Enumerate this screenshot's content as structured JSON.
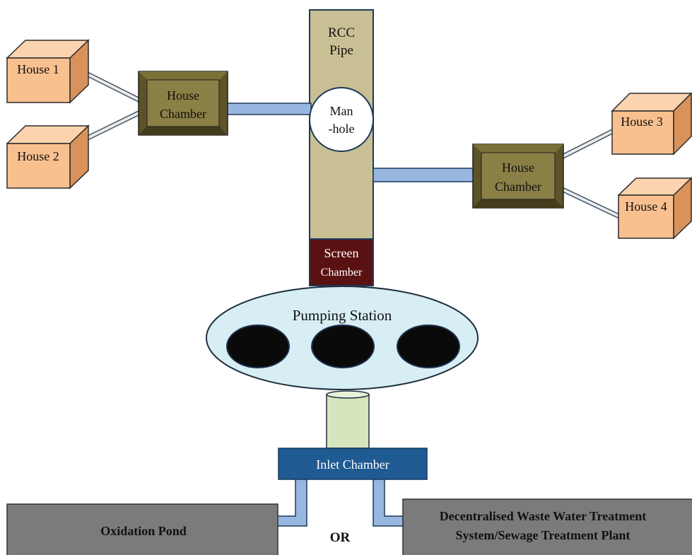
{
  "labels": {
    "rcc_pipe_line1": "RCC",
    "rcc_pipe_line2": "Pipe",
    "manhole_line1": "Man",
    "manhole_line2": "-hole",
    "house_1": "House 1",
    "house_2": "House 2",
    "house_3": "House 3",
    "house_4": "House 4",
    "left_chamber_line1": "House",
    "left_chamber_line2": "Chamber",
    "right_chamber_line1": "House",
    "right_chamber_line2": "Chamber",
    "screen_chamber_line1": "Screen",
    "screen_chamber_line2": "Chamber",
    "pumping_station": "Pumping Station",
    "inlet_chamber": "Inlet Chamber",
    "oxidation_pond": "Oxidation Pond",
    "or_text": "OR",
    "treatment_line1": "Decentralised Waste Water Treatment",
    "treatment_line2": "System/Sewage Treatment Plant"
  },
  "colors": {
    "house_face": "#f9c08f",
    "house_top": "#fbd3ae",
    "house_side": "#d9925a",
    "chamber_frame": "#5c5428",
    "chamber_face": "#8a7f45",
    "rcc_pipe": "#c9bf94",
    "connector_pipe": "#97b7e0",
    "screen_chamber": "#5a1111",
    "pumping_station": "#d8eef5",
    "pump": "#0a0a0a",
    "outlet_pipe": "#d7e5bf",
    "inlet_chamber": "#1f5a92",
    "treatment_box": "#7b7b7b"
  }
}
